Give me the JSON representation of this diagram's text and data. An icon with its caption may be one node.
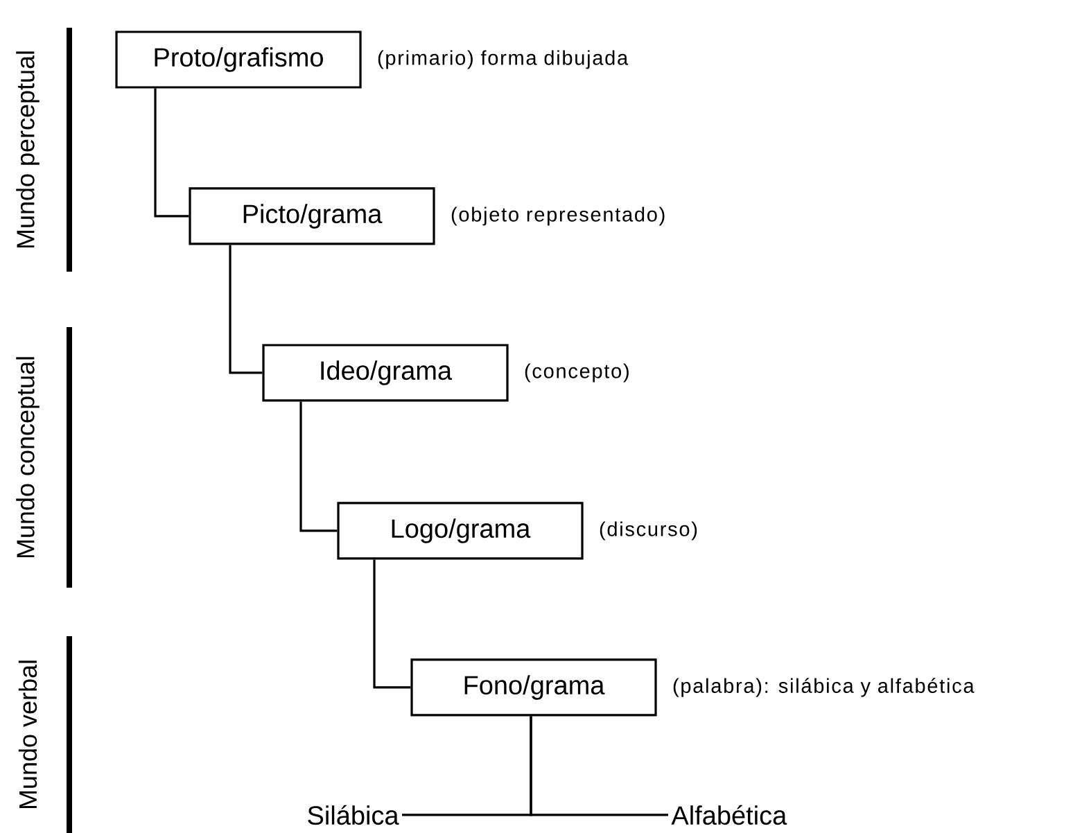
{
  "diagram": {
    "nodes": [
      {
        "text": [
          "Proto/grafismo"
        ],
        "beside": [
          "(primario) forma dibujada"
        ]
      },
      {
        "text": [
          "Picto/grama"
        ],
        "beside": [
          "(objeto representado)"
        ]
      },
      {
        "text": [
          "Ideo/grama"
        ],
        "beside": [
          "(concepto)"
        ]
      },
      {
        "text": [
          "Logo/grama"
        ],
        "beside": [
          "(discurso)"
        ]
      },
      {
        "text": [
          "Fono/grama"
        ],
        "beside": [
          "(palabra): silábica y alfabética"
        ]
      },
      {
        "text": [
          "Silábica"
        ]
      },
      {
        "text": [
          "Alfabética"
        ]
      }
    ],
    "edges": [
      {
        "from": 0,
        "to": 1,
        "arrow": "none"
      },
      {
        "from": 1,
        "to": 2,
        "arrow": "none"
      },
      {
        "from": 2,
        "to": 3,
        "arrow": "none"
      },
      {
        "from": 3,
        "to": 4,
        "arrow": "none"
      },
      {
        "from": 4,
        "to": 5,
        "arrow": "none"
      },
      {
        "from": 4,
        "to": 6,
        "arrow": "none"
      }
    ],
    "labels": [
      "Mundo perceptual",
      "Mundo conceptual",
      "Mundo verbal"
    ]
  }
}
